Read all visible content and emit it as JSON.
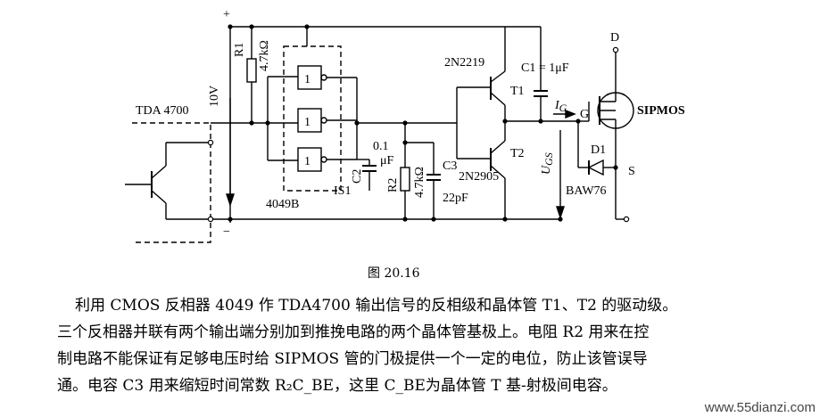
{
  "figure": {
    "caption": "图 20.16",
    "labels": {
      "tda": "TDA 4700",
      "v10": "10V",
      "plus": "+",
      "minus": "−",
      "r1_name": "R1",
      "r1_val": "4.7kΩ",
      "gate": "1",
      "is1": "IS1",
      "chip": "4049B",
      "c2_val": "0.1",
      "c2_unit": "μF",
      "c2_name": "C2",
      "r2_name": "R2",
      "r2_val": "4.7kΩ",
      "c3_name": "C3",
      "c3_val": "22pF",
      "t1_part": "2N2219",
      "t1": "T1",
      "t2": "T2",
      "t2_part": "2N2905",
      "c1": "C1 = 1μF",
      "ig": "I",
      "ig_sub": "G",
      "g": "G",
      "d": "D",
      "s": "S",
      "sipmos": "SIPMOS",
      "d1": "D1",
      "baw": "BAW76",
      "ugs": "U",
      "ugs_sub": "GS"
    }
  },
  "description": [
    "利用 CMOS 反相器 4049 作 TDA4700 输出信号的反相级和晶体管 T1、T2 的驱动级。",
    "三个反相器并联有两个输出端分别加到推挽电路的两个晶体管基极上。电阻 R2 用来在控",
    "制电路不能保证有足够电压时给 SIPMOS 管的门极提供一个一定的电位，防止该管误导",
    "通。电容 C3 用来缩短时间常数 R₂C_BE，这里 C_BE为晶体管 T 基-射极间电容。"
  ],
  "watermark": "www.55dianzi.com"
}
